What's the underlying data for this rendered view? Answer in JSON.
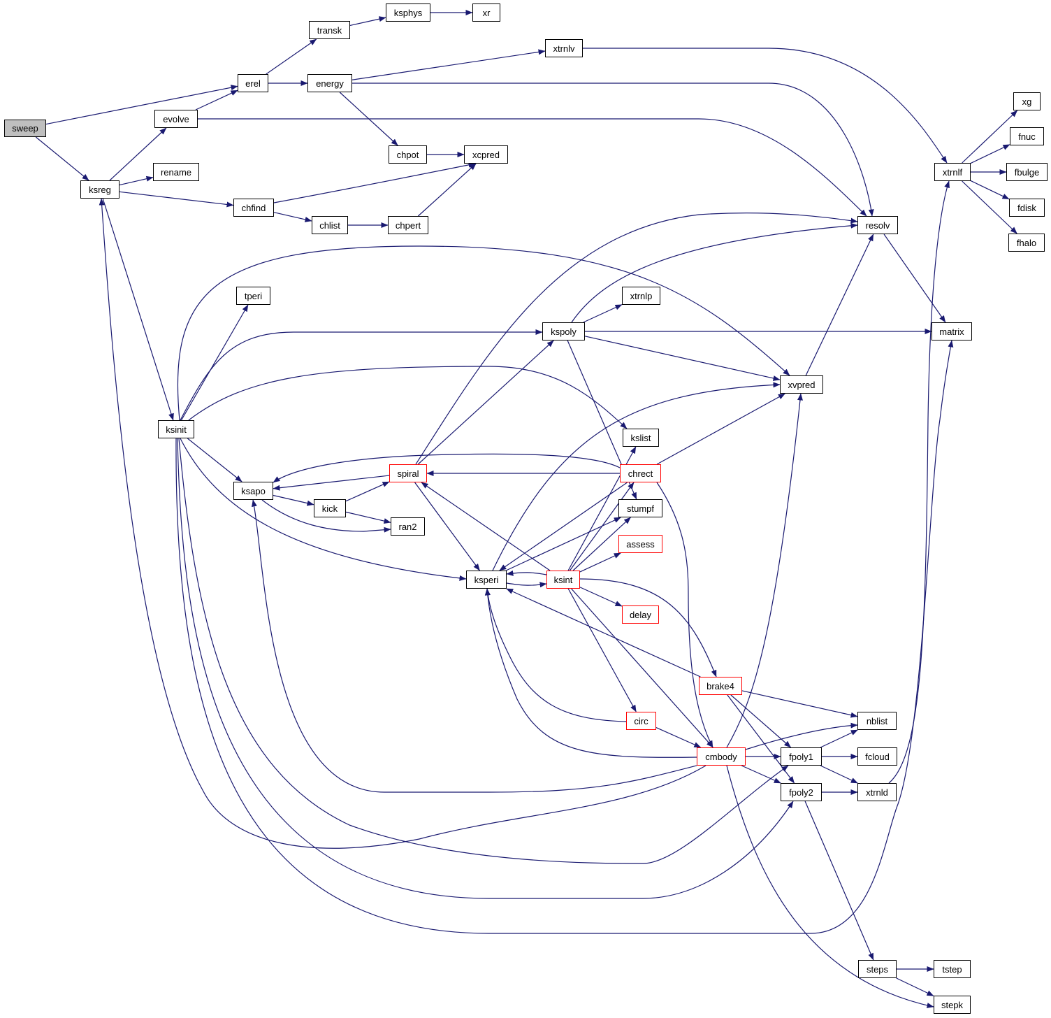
{
  "colors": {
    "edge": "#191970",
    "border": "#000000",
    "highlight_border": "#ff0000",
    "root_fill": "#bfbfbf"
  },
  "nodes": {
    "sweep": {
      "label": "sweep",
      "root": true
    },
    "ksreg": {
      "label": "ksreg"
    },
    "evolve": {
      "label": "evolve"
    },
    "erel": {
      "label": "erel"
    },
    "transk": {
      "label": "transk"
    },
    "ksphys": {
      "label": "ksphys"
    },
    "xr": {
      "label": "xr"
    },
    "xtrnlv": {
      "label": "xtrnlv"
    },
    "energy": {
      "label": "energy"
    },
    "rename": {
      "label": "rename"
    },
    "chfind": {
      "label": "chfind"
    },
    "chlist": {
      "label": "chlist"
    },
    "chpert": {
      "label": "chpert"
    },
    "chpot": {
      "label": "chpot"
    },
    "xcpred": {
      "label": "xcpred"
    },
    "xtrnlf": {
      "label": "xtrnlf"
    },
    "xg": {
      "label": "xg"
    },
    "fnuc": {
      "label": "fnuc"
    },
    "fbulge": {
      "label": "fbulge"
    },
    "fdisk": {
      "label": "fdisk"
    },
    "fhalo": {
      "label": "fhalo"
    },
    "resolv": {
      "label": "resolv"
    },
    "tperi": {
      "label": "tperi"
    },
    "xtrnlp": {
      "label": "xtrnlp"
    },
    "kspoly": {
      "label": "kspoly"
    },
    "matrix": {
      "label": "matrix"
    },
    "xvpred": {
      "label": "xvpred"
    },
    "ksinit": {
      "label": "ksinit"
    },
    "kslist": {
      "label": "kslist"
    },
    "spiral": {
      "label": "spiral",
      "truncated": true
    },
    "chrect": {
      "label": "chrect",
      "truncated": true
    },
    "ksapo": {
      "label": "ksapo"
    },
    "kick": {
      "label": "kick"
    },
    "stumpf": {
      "label": "stumpf"
    },
    "ran2": {
      "label": "ran2"
    },
    "assess": {
      "label": "assess",
      "truncated": true
    },
    "ksperi": {
      "label": "ksperi"
    },
    "ksint": {
      "label": "ksint",
      "truncated": true
    },
    "delay": {
      "label": "delay",
      "truncated": true
    },
    "brake4": {
      "label": "brake4",
      "truncated": true
    },
    "circ": {
      "label": "circ",
      "truncated": true
    },
    "nblist": {
      "label": "nblist"
    },
    "cmbody": {
      "label": "cmbody",
      "truncated": true
    },
    "fpoly1": {
      "label": "fpoly1"
    },
    "fcloud": {
      "label": "fcloud"
    },
    "fpoly2": {
      "label": "fpoly2"
    },
    "xtrnld": {
      "label": "xtrnld"
    },
    "steps": {
      "label": "steps"
    },
    "tstep": {
      "label": "tstep"
    },
    "stepk": {
      "label": "stepk"
    }
  },
  "edges": [
    [
      "sweep",
      "erel"
    ],
    [
      "sweep",
      "ksreg"
    ],
    [
      "ksreg",
      "evolve"
    ],
    [
      "ksreg",
      "rename"
    ],
    [
      "ksreg",
      "chfind"
    ],
    [
      "ksreg",
      "ksinit"
    ],
    [
      "evolve",
      "erel"
    ],
    [
      "evolve",
      "resolv"
    ],
    [
      "erel",
      "transk"
    ],
    [
      "erel",
      "energy"
    ],
    [
      "transk",
      "ksphys"
    ],
    [
      "ksphys",
      "xr"
    ],
    [
      "energy",
      "xtrnlv"
    ],
    [
      "energy",
      "resolv"
    ],
    [
      "energy",
      "chpot"
    ],
    [
      "xtrnlv",
      "xtrnlf"
    ],
    [
      "chpot",
      "xcpred"
    ],
    [
      "chfind",
      "xcpred"
    ],
    [
      "chfind",
      "chlist"
    ],
    [
      "chlist",
      "chpert"
    ],
    [
      "chpert",
      "xcpred"
    ],
    [
      "xtrnlf",
      "xg"
    ],
    [
      "xtrnlf",
      "fnuc"
    ],
    [
      "xtrnlf",
      "fbulge"
    ],
    [
      "xtrnlf",
      "fdisk"
    ],
    [
      "xtrnlf",
      "fhalo"
    ],
    [
      "resolv",
      "matrix"
    ],
    [
      "ksinit",
      "tperi"
    ],
    [
      "ksinit",
      "kspoly"
    ],
    [
      "ksinit",
      "kslist"
    ],
    [
      "ksinit",
      "xvpred"
    ],
    [
      "ksinit",
      "ksapo"
    ],
    [
      "ksinit",
      "ksperi"
    ],
    [
      "ksinit",
      "fpoly1"
    ],
    [
      "ksinit",
      "fpoly2"
    ],
    [
      "ksinit",
      "matrix"
    ],
    [
      "kspoly",
      "resolv"
    ],
    [
      "kspoly",
      "xtrnlp"
    ],
    [
      "kspoly",
      "matrix"
    ],
    [
      "kspoly",
      "xvpred"
    ],
    [
      "kspoly",
      "stumpf"
    ],
    [
      "xvpred",
      "resolv"
    ],
    [
      "spiral",
      "resolv"
    ],
    [
      "spiral",
      "kspoly"
    ],
    [
      "spiral",
      "ksapo"
    ],
    [
      "spiral",
      "ksperi"
    ],
    [
      "chrect",
      "spiral"
    ],
    [
      "chrect",
      "ksapo"
    ],
    [
      "chrect",
      "xvpred"
    ],
    [
      "chrect",
      "cmbody"
    ],
    [
      "chrect",
      "ksperi"
    ],
    [
      "ksapo",
      "kick"
    ],
    [
      "ksapo",
      "ran2"
    ],
    [
      "kick",
      "spiral"
    ],
    [
      "kick",
      "ran2"
    ],
    [
      "ksperi",
      "ksint"
    ],
    [
      "ksperi",
      "xvpred"
    ],
    [
      "ksperi",
      "stumpf"
    ],
    [
      "ksint",
      "ksperi"
    ],
    [
      "ksint",
      "spiral"
    ],
    [
      "ksint",
      "kslist"
    ],
    [
      "ksint",
      "chrect"
    ],
    [
      "ksint",
      "stumpf"
    ],
    [
      "ksint",
      "assess"
    ],
    [
      "ksint",
      "delay"
    ],
    [
      "ksint",
      "circ"
    ],
    [
      "ksint",
      "brake4"
    ],
    [
      "ksint",
      "cmbody"
    ],
    [
      "brake4",
      "ksperi"
    ],
    [
      "brake4",
      "nblist"
    ],
    [
      "brake4",
      "fpoly1"
    ],
    [
      "brake4",
      "fpoly2"
    ],
    [
      "circ",
      "ksperi"
    ],
    [
      "circ",
      "cmbody"
    ],
    [
      "cmbody",
      "ksreg"
    ],
    [
      "cmbody",
      "ksapo"
    ],
    [
      "cmbody",
      "ksperi"
    ],
    [
      "cmbody",
      "xvpred"
    ],
    [
      "cmbody",
      "nblist"
    ],
    [
      "cmbody",
      "fpoly1"
    ],
    [
      "cmbody",
      "fpoly2"
    ],
    [
      "cmbody",
      "stepk"
    ],
    [
      "fpoly1",
      "nblist"
    ],
    [
      "fpoly1",
      "fcloud"
    ],
    [
      "fpoly1",
      "xtrnld"
    ],
    [
      "fpoly2",
      "xtrnld"
    ],
    [
      "fpoly2",
      "steps"
    ],
    [
      "xtrnld",
      "xtrnlf"
    ],
    [
      "steps",
      "tstep"
    ],
    [
      "steps",
      "stepk"
    ]
  ]
}
